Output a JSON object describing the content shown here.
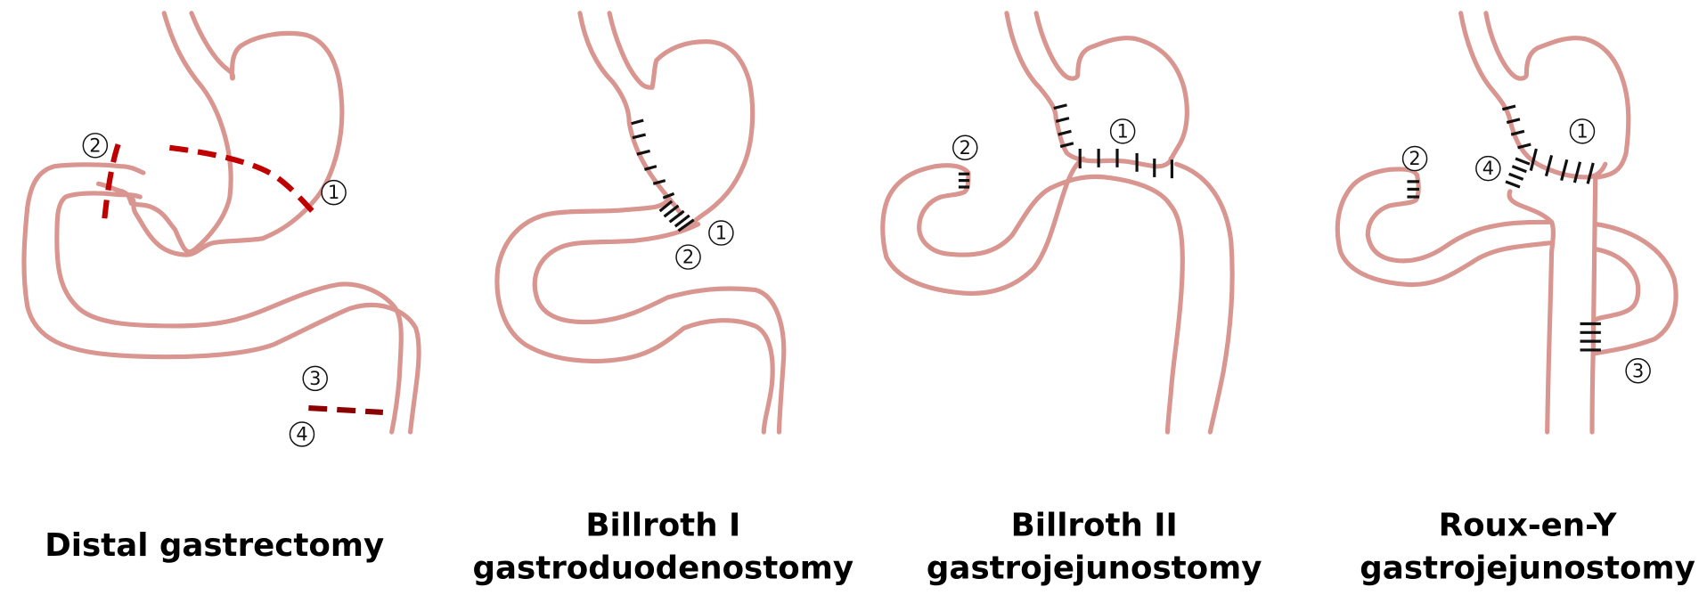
{
  "figure": {
    "panels": [
      {
        "id": "distal",
        "caption_lines": [
          "Distal gastrectomy"
        ],
        "markers": [
          "1",
          "2",
          "3",
          "4"
        ],
        "annotations": [
          "gastric transection line",
          "duodenal transection line",
          "jejunal transection line"
        ]
      },
      {
        "id": "billroth1",
        "caption_lines": [
          "Billroth I",
          "gastroduodenostomy"
        ],
        "markers": [
          "1",
          "2"
        ],
        "annotations": [
          "staple line on lesser curvature",
          "gastroduodenal anastomosis"
        ]
      },
      {
        "id": "billroth2",
        "caption_lines": [
          "Billroth II",
          "gastrojejunostomy"
        ],
        "markers": [
          "1",
          "2"
        ],
        "annotations": [
          "gastrojejunal anastomosis",
          "closed duodenal stump"
        ]
      },
      {
        "id": "rouxeny",
        "caption_lines": [
          "Roux-en-Y",
          "gastrojejunostomy"
        ],
        "markers": [
          "1",
          "2",
          "3",
          "4"
        ],
        "annotations": [
          "gastrojejunostomy",
          "closed duodenal stump",
          "jejunojejunostomy",
          "jejunal stump closure"
        ]
      }
    ],
    "colors": {
      "organ_outline": "#d9958f",
      "cut_line_primary": "#c00000",
      "cut_line_secondary": "#8b0000",
      "stitch": "#111111",
      "text": "#000000"
    }
  }
}
